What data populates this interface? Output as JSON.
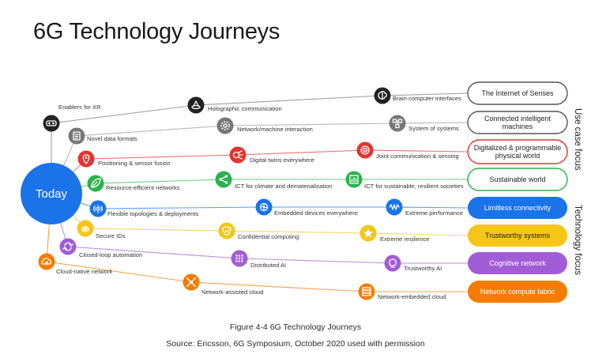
{
  "title": "6G Technology Journeys",
  "caption": "Figure 4-4 6G Technology Journeys",
  "source": "Source: Ericsson, 6G Symposium, October 2020 used with permission",
  "today_label": "Today",
  "side_labels": {
    "use_case": "Use case focus",
    "technology": "Technology focus"
  },
  "targets": [
    {
      "id": "senses",
      "lines": [
        "The Internet of Senses"
      ],
      "color": "#555555",
      "filled": false
    },
    {
      "id": "machines",
      "lines": [
        "Connected intelligent",
        "machines"
      ],
      "color": "#555555",
      "filled": false
    },
    {
      "id": "digital",
      "lines": [
        "Digitalized & programmable",
        "physical world"
      ],
      "color": "#e3342f",
      "filled": false
    },
    {
      "id": "sustain",
      "lines": [
        "Sustainable world"
      ],
      "color": "#2bb24c",
      "filled": false
    },
    {
      "id": "limitless",
      "lines": [
        "Limitless connectivity"
      ],
      "color": "#1a73e8",
      "filled": true,
      "text_color": "#ffffff"
    },
    {
      "id": "trust",
      "lines": [
        "Trustworthy systems"
      ],
      "color": "#f5c518",
      "filled": true,
      "text_color": "#222222"
    },
    {
      "id": "cognitive",
      "lines": [
        "Cognitive network"
      ],
      "color": "#a15cd6",
      "filled": true,
      "text_color": "#ffffff"
    },
    {
      "id": "compute",
      "lines": [
        "Network compute fabric"
      ],
      "color": "#f57c00",
      "filled": true,
      "text_color": "#ffffff"
    }
  ],
  "nodes": [
    {
      "id": "xr",
      "label": "Enablers for XR",
      "color": "#222222",
      "icon": "vr-goggles-icon"
    },
    {
      "id": "holo",
      "label": "Holographic communication",
      "color": "#222222",
      "icon": "hologram-icon"
    },
    {
      "id": "brain",
      "label": "Brain-computer interfaces",
      "color": "#222222",
      "icon": "brain-icon"
    },
    {
      "id": "novel",
      "label": "Novel data formats",
      "color": "#777777",
      "icon": "document-icon"
    },
    {
      "id": "mmi",
      "label": "Network/machine interaction",
      "color": "#777777",
      "icon": "gear-icon"
    },
    {
      "id": "sos",
      "label": "System of systems",
      "color": "#777777",
      "icon": "network-nodes-icon"
    },
    {
      "id": "position",
      "label": "Positioning & sensor fusion",
      "color": "#e3342f",
      "icon": "location-pin-icon"
    },
    {
      "id": "twins",
      "label": "Digital twins everywhere",
      "color": "#e3342f",
      "icon": "twin-icon"
    },
    {
      "id": "jcs",
      "label": "Joint communication & sensing",
      "color": "#e3342f",
      "icon": "radar-icon"
    },
    {
      "id": "resource",
      "label": "Resource-efficient networks",
      "color": "#2bb24c",
      "icon": "leaf-icon"
    },
    {
      "id": "ictclimate",
      "label": "ICT  for climate and dematerialization",
      "color": "#2bb24c",
      "icon": "share-icon"
    },
    {
      "id": "ictsust",
      "label": "ICT for sustainable, resilient societies",
      "color": "#2bb24c",
      "icon": "bar-chart-icon"
    },
    {
      "id": "flex",
      "label": "Flexible topologies & deployments",
      "color": "#1a73e8",
      "icon": "antenna-icon"
    },
    {
      "id": "embedded",
      "label": "Embedded devices everywhere",
      "color": "#1a73e8",
      "icon": "device-icon"
    },
    {
      "id": "extreme",
      "label": "Extreme performance",
      "color": "#1a73e8",
      "icon": "wave-icon"
    },
    {
      "id": "secure",
      "label": "Secure IDs",
      "color": "#f5c518",
      "icon": "fingerprint-icon"
    },
    {
      "id": "confidential",
      "label": "Confidential computing",
      "color": "#f5c518",
      "icon": "shield-icon"
    },
    {
      "id": "resilience",
      "label": "Extreme resilience",
      "color": "#f5c518",
      "icon": "star-icon"
    },
    {
      "id": "closed",
      "label": "Closed-loop  automation",
      "color": "#a15cd6",
      "icon": "loop-icon"
    },
    {
      "id": "distai",
      "label": "Distributed AI",
      "color": "#a15cd6",
      "icon": "grid-dots-icon"
    },
    {
      "id": "trustai",
      "label": "Trustworthy AI",
      "color": "#a15cd6",
      "icon": "lightbulb-icon"
    },
    {
      "id": "cloudnative",
      "label": "Cloud-native network",
      "color": "#f57c00",
      "icon": "cloud-upload-icon"
    },
    {
      "id": "netcloud",
      "label": "Network-assisted cloud",
      "color": "#f57c00",
      "icon": "cloud-network-icon"
    },
    {
      "id": "embcloud",
      "label": "Network-embedded cloud",
      "color": "#f57c00",
      "icon": "server-stack-icon"
    }
  ]
}
